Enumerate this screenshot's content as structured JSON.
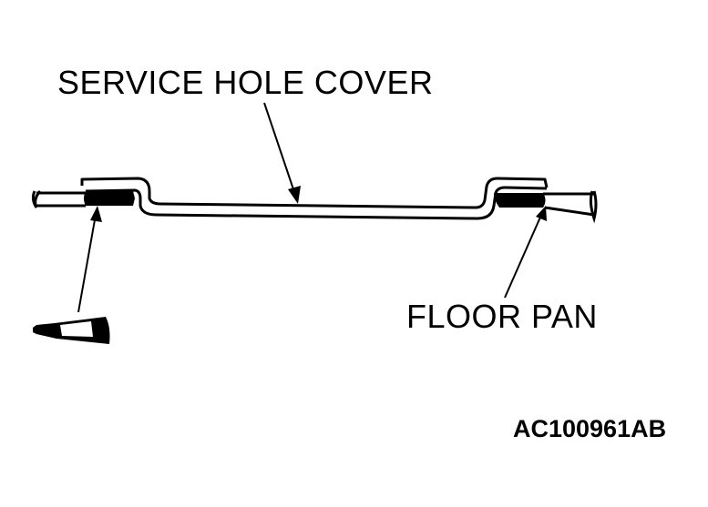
{
  "labels": {
    "service_hole_cover": "SERVICE HOLE COVER",
    "floor_pan": "FLOOR PAN",
    "figure_id": "AC100961AB"
  },
  "colors": {
    "ink": "#000000",
    "paper": "#ffffff"
  },
  "icons": {
    "sealant_tube": "sealant-tube-icon"
  }
}
